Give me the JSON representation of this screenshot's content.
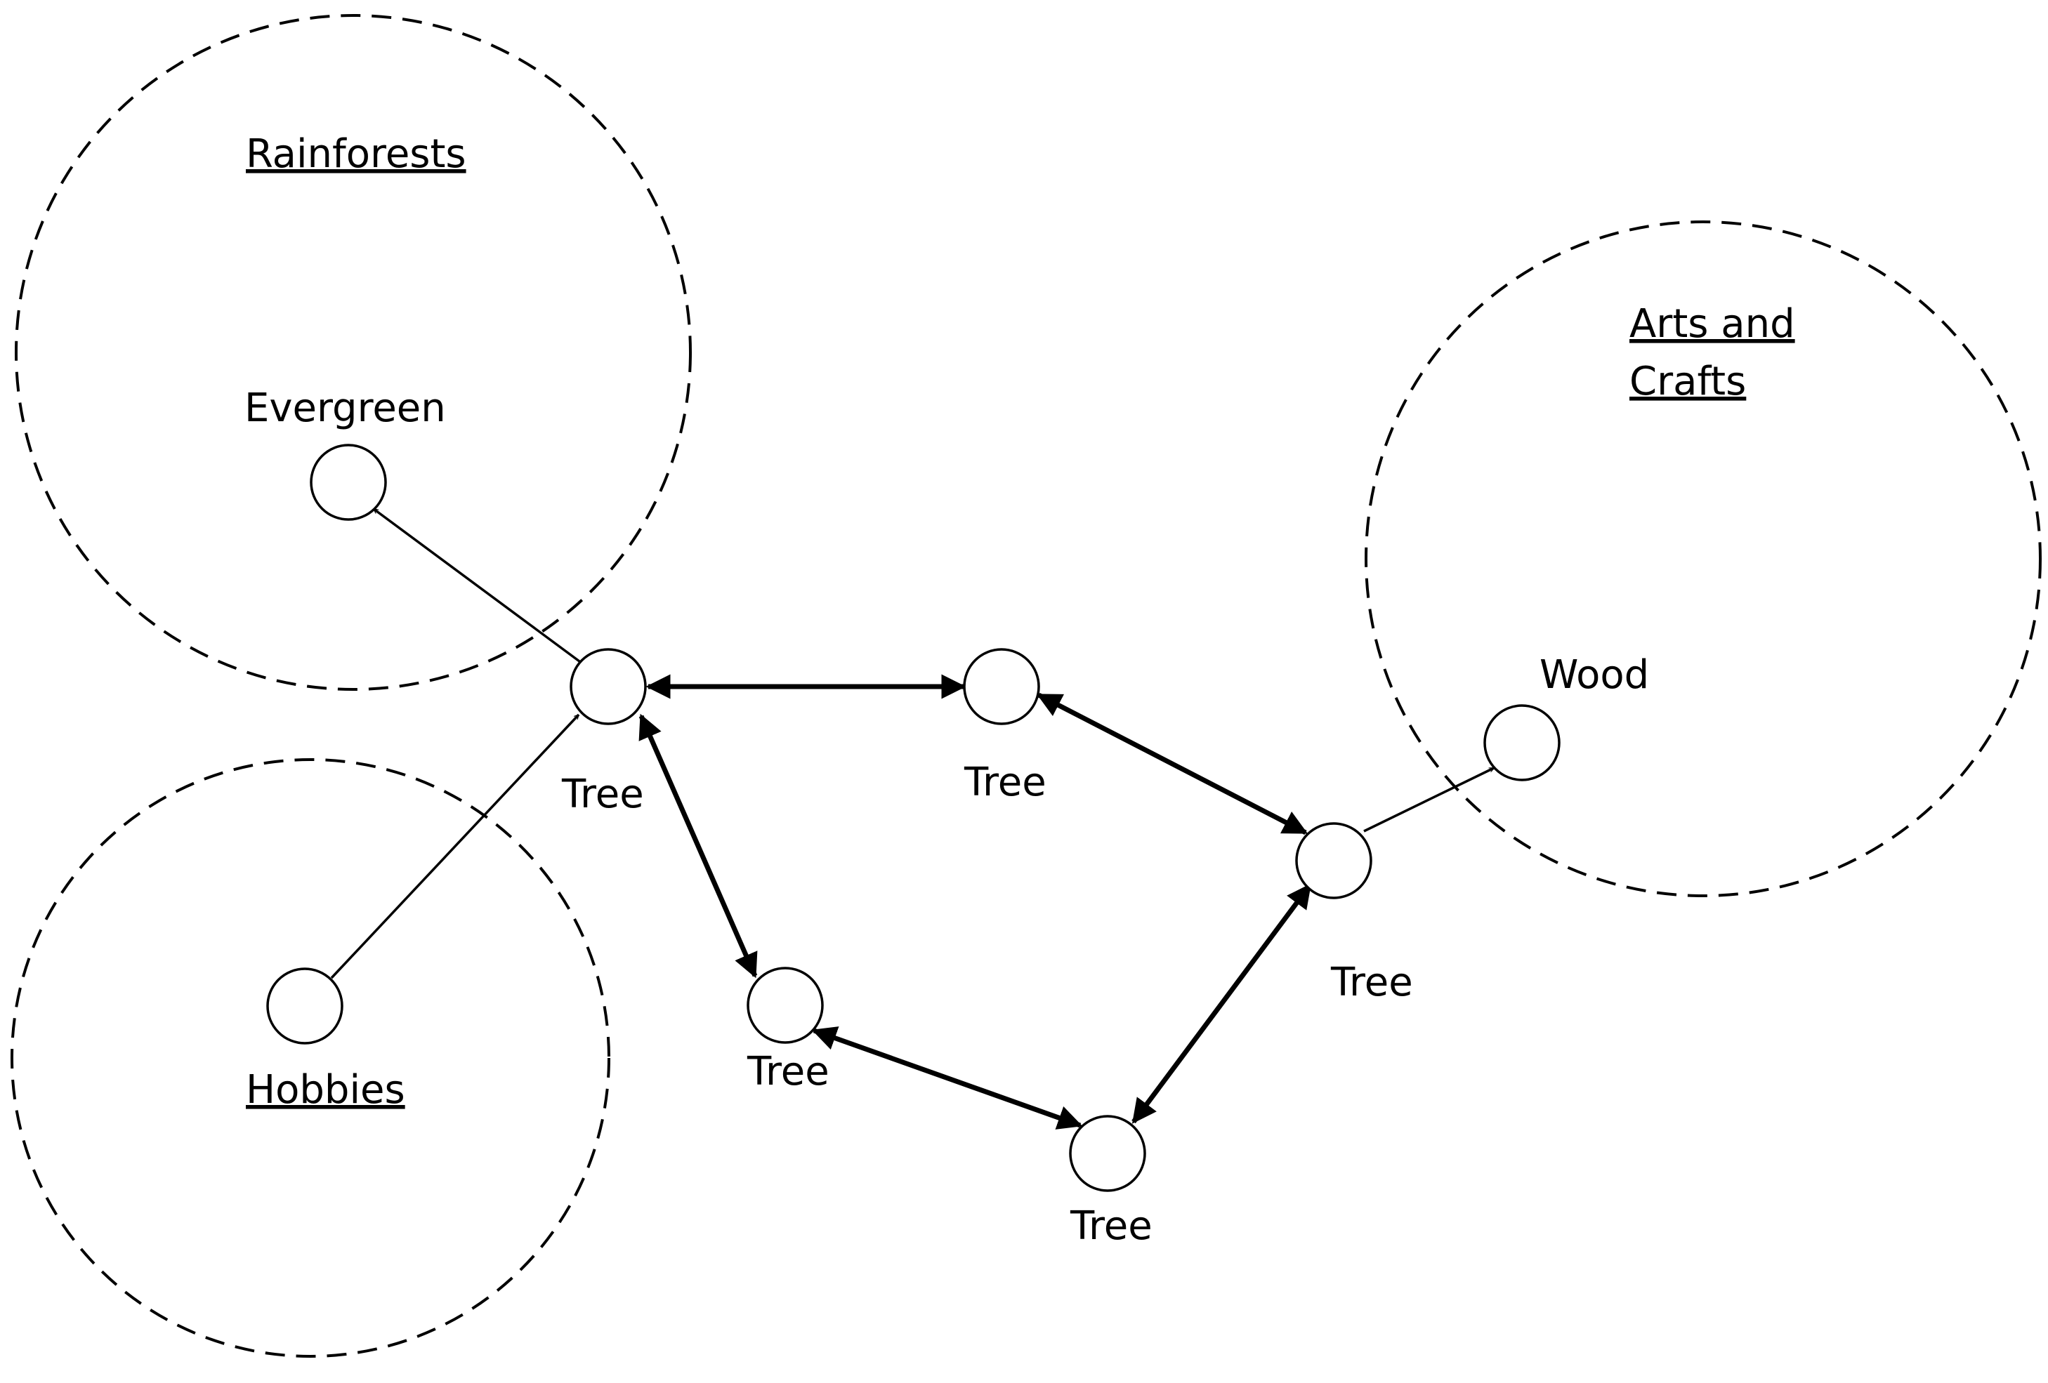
{
  "regions": [
    {
      "id": "rainforests",
      "title": "Rainforests"
    },
    {
      "id": "arts",
      "title_lines": [
        "Arts and",
        "Crafts"
      ]
    },
    {
      "id": "hobbies",
      "title": "Hobbies"
    }
  ],
  "nodes": [
    {
      "id": "evergreen",
      "label": "Evergreen"
    },
    {
      "id": "tree1",
      "label": "Tree"
    },
    {
      "id": "tree2",
      "label": "Tree"
    },
    {
      "id": "tree3",
      "label": "Tree"
    },
    {
      "id": "tree4",
      "label": "Tree"
    },
    {
      "id": "tree5",
      "label": "Tree"
    },
    {
      "id": "wood",
      "label": "Wood"
    },
    {
      "id": "hobbies_node",
      "label": ""
    }
  ],
  "edges": [
    {
      "from": "hobbies_node",
      "to": "tree1",
      "style": "thin",
      "direction": "forward"
    },
    {
      "from": "tree1",
      "to": "evergreen",
      "style": "thin",
      "direction": "forward"
    },
    {
      "from": "tree1",
      "to": "tree2",
      "style": "thick",
      "direction": "both"
    },
    {
      "from": "tree1",
      "to": "tree3",
      "style": "thick",
      "direction": "both"
    },
    {
      "from": "tree2",
      "to": "tree5",
      "style": "thick",
      "direction": "both"
    },
    {
      "from": "tree3",
      "to": "tree4",
      "style": "thick",
      "direction": "both"
    },
    {
      "from": "tree4",
      "to": "tree5",
      "style": "thick",
      "direction": "both"
    },
    {
      "from": "tree5",
      "to": "wood",
      "style": "thin",
      "direction": "forward"
    }
  ]
}
